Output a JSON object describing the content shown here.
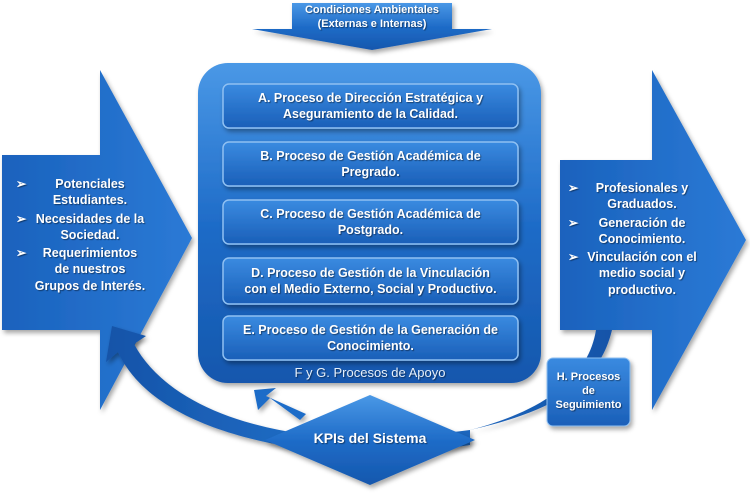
{
  "top_arrow": {
    "line1": "Condiciones Ambientales",
    "line2": "(Externas e Internas)"
  },
  "inputs": {
    "items": [
      {
        "marker": "➢",
        "text": "Potenciales Estudiantes."
      },
      {
        "marker": "➢",
        "text": "Necesidades de la Sociedad."
      },
      {
        "marker": "➢",
        "text": "Requerimientos de nuestros Grupos de Interés."
      }
    ]
  },
  "processes": [
    {
      "line1": "A. Proceso de  Dirección Estratégica y",
      "line2": "Aseguramiento de la Calidad."
    },
    {
      "line1": "B. Proceso de Gestión Académica de",
      "line2": "Pregrado."
    },
    {
      "line1": "C. Proceso de Gestión Académica de",
      "line2": "Postgrado."
    },
    {
      "line1": "D. Proceso de Gestión de la Vinculación",
      "line2": "con el Medio Externo, Social y Productivo."
    },
    {
      "line1": "E. Proceso de Gestión de la Generación de",
      "line2": "Conocimiento."
    }
  ],
  "support_label": "F y G. Procesos de Apoyo",
  "outputs": {
    "items": [
      {
        "marker": "➢",
        "text": "Profesionales y Graduados."
      },
      {
        "marker": "➢",
        "text": "Generación de Conocimiento."
      },
      {
        "marker": "➢",
        "text": "Vinculación con el medio social y productivo."
      }
    ]
  },
  "monitoring": {
    "line1": "H. Procesos",
    "line2": "de",
    "line3": "Seguimiento"
  },
  "kpi_label": "KPIs del Sistema",
  "colors": {
    "blue": "#1f6cc8",
    "blue_light": "#3f8ee0",
    "blue_dark": "#0e3f86",
    "text": "#ffffff"
  }
}
